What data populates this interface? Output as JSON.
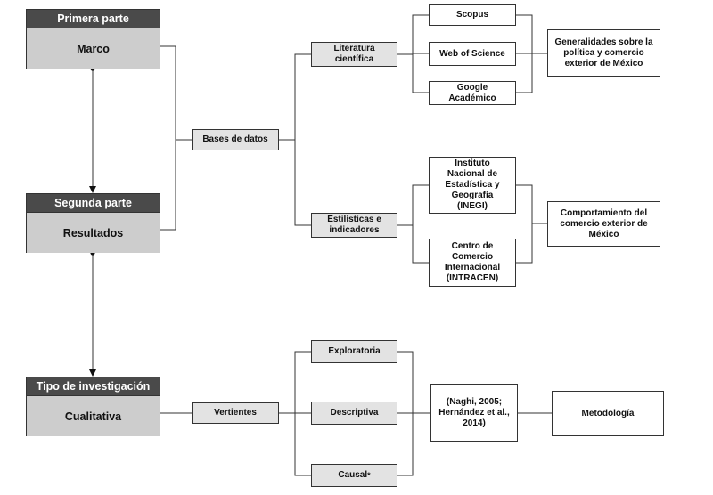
{
  "phases": {
    "primera": {
      "header": "Primera parte",
      "body": "Marco"
    },
    "segunda": {
      "header": "Segunda parte",
      "body": "Resultados"
    },
    "tipo": {
      "header": "Tipo de investigación",
      "body": "Cualitativa"
    }
  },
  "nodes": {
    "bases": "Bases de datos",
    "literatura": "Literatura\ncientífica",
    "estadisticas": "Estilísticas e\nindicadores",
    "scopus": "Scopus",
    "wos": "Web of Science",
    "google": "Google\nAcadémico",
    "inegi": "Instituto\nNacional de\nEstadística y\nGeografía\n(INEGI)",
    "intracen": "Centro de\nComercio\nInternacional\n(INTRACEN)",
    "generalidades": "Generalidades sobre la\npolítica y comercio\nexterior de México",
    "comportamiento": "Comportamiento del\ncomercio exterior de\nMéxico",
    "vertientes": "Vertientes",
    "exploratoria": "Exploratoria",
    "descriptiva": "Descriptiva",
    "causal": "Causal",
    "causal_mark": "*",
    "referencias": "(Naghi, 2005;\nHernández et al.,\n2014)",
    "metodologia": "Metodología"
  }
}
